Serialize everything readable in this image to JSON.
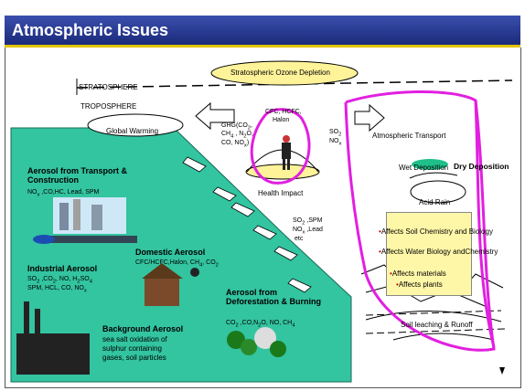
{
  "title": "Atmospheric Issues",
  "colors": {
    "title_bar": "#23318a",
    "title_rule": "#e2c400",
    "landmass": "#33c4a0",
    "annotation": "#e21fe0",
    "ellipse": "#fff39a"
  },
  "labels": {
    "ozone": "Stratospheric Ozone Depletion",
    "stratosphere": "STRATOSPHERE",
    "troposphere": "TROPOSPHERE",
    "global_warming": "Global Warming",
    "ghg_1": "GHG(CO",
    "ghg_2": "CH",
    "ghg_3": "CO, NO",
    "cfc": "CFC, HCFC,",
    "halon": "Halon",
    "so2": "SO",
    "no2": "NO",
    "atmo_transport": "Atmospheric Transport",
    "wet_dep": "Wet Deposition",
    "dry_dep": "Dry Deposition",
    "acid_rain": "Acid Rain",
    "health_impact": "Health Impact",
    "health_pollutants_1": "SO",
    "health_pollutants_2": "NO",
    "health_pollutants_3": "etc",
    "transport_title": "Aerosol from Transport & Construction",
    "transport_sub": "NO",
    "industrial_title": "Industrial Aerosol",
    "industrial_sub_1": "SO",
    "industrial_sub_2": "SPM, HCL, CO, NO",
    "domestic_title": "Domestic Aerosol",
    "domestic_sub": "CFC/HCFC,Halon, CH",
    "deforest_title": "Aerosol from Deforestation & Burning",
    "deforest_sub": "CO",
    "background_title": "Background Aerosol",
    "background_sub_1": "sea salt oxidation of",
    "background_sub_2": "sulphur containing",
    "background_sub_3": "gases, soil particles",
    "soil_leaching": "Soil leaching & Runoff"
  },
  "effects": [
    "Affects Soil Chemistry and Biology",
    "Affects Water Biology andChemistry",
    "Affects materials",
    "Affects plants"
  ]
}
